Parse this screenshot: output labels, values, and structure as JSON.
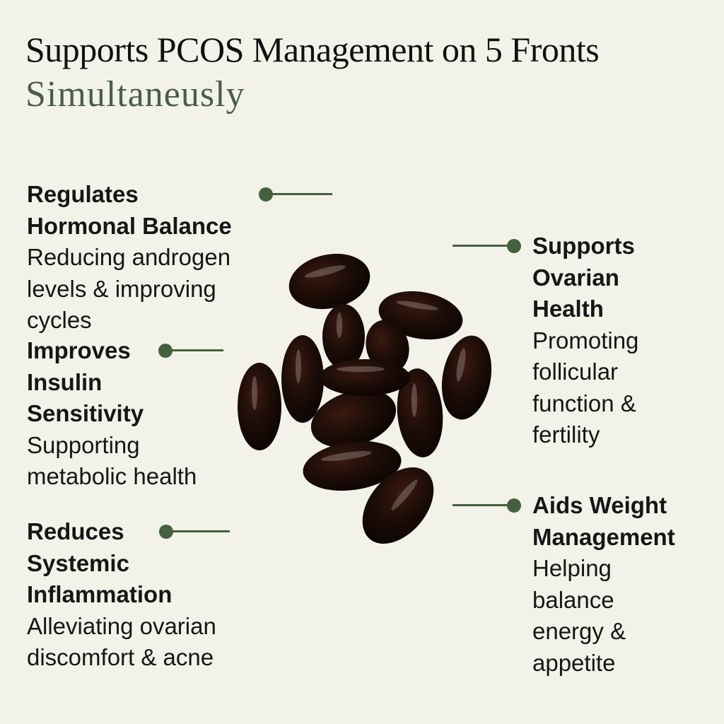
{
  "title": {
    "line1": "Supports PCOS Management on 5 Fronts",
    "line2": "Simultaneusly"
  },
  "colors": {
    "background": "#f3f2e9",
    "accent_green": "#44603f",
    "title_green": "#4a5e46",
    "text": "#161616",
    "capsule": "#1a0d08"
  },
  "benefits": [
    {
      "heading_lines": [
        "Regulates",
        "Hormonal Balance"
      ],
      "desc_lines": [
        "Reducing androgen",
        "levels & improving",
        "cycles"
      ]
    },
    {
      "heading_lines": [
        "Improves",
        "Insulin",
        "Sensitivity"
      ],
      "desc_lines": [
        "Supporting",
        "metabolic health"
      ]
    },
    {
      "heading_lines": [
        "Reduces",
        "Systemic",
        "Inflammation"
      ],
      "desc_lines": [
        "Alleviating ovarian",
        "discomfort & acne"
      ]
    },
    {
      "heading_lines": [
        "Supports",
        "Ovarian",
        "Health"
      ],
      "desc_lines": [
        "Promoting",
        "follicular",
        "function &",
        "fertility"
      ]
    },
    {
      "heading_lines": [
        "Aids Weight",
        "Management"
      ],
      "desc_lines": [
        "Helping",
        "balance",
        "energy &",
        "appetite"
      ]
    }
  ],
  "image": {
    "subject": "softgel-capsules",
    "count": 12
  }
}
